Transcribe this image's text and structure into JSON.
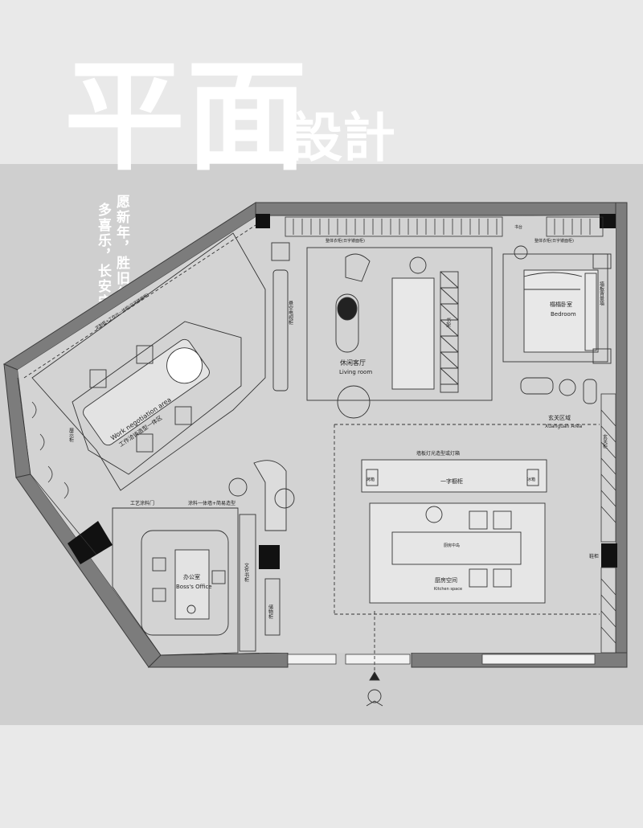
{
  "title": {
    "main": "平面",
    "sub": "設計"
  },
  "poem": {
    "line1": "愿新年，胜旧年",
    "line2": "多喜乐，长安宁"
  },
  "colors": {
    "wall": "#808080",
    "wall_dark": "#6e6e6e",
    "column": "#111111",
    "floor": "#d2d2d2",
    "line": "#2a2a2a",
    "band": "#cfcfcf",
    "page": "#e9e9e9"
  },
  "plan": {
    "top_cabinet": "整体衣柜(日字镂面柜)",
    "top_cabinet_right": "整体衣柜(日字镂面柜)",
    "desk_label": "书台",
    "tv_cabinet": "悬空电视柜",
    "bookshelf": "书架",
    "living": {
      "cn": "休闲客厅",
      "en": "Living room"
    },
    "bedroom": {
      "cn": "榻榻卧室",
      "en": "Bedroom"
    },
    "bed_wall": "墙板背景墙",
    "xuanguan": {
      "cn": "玄关区域",
      "en": "Xuanguan Area"
    },
    "shoe_cabinet": "玄关柜",
    "entry_cabinet": "鞋柜",
    "work": {
      "en": "Work negotiation area",
      "cn": "工作洽谈造型一体区"
    },
    "window_note": "定制柜+工作台一体柜(日字镂面柜)",
    "display_left": "展示柜",
    "craft_door": "工艺涂料门",
    "paint_wall": "涂料一体墙+简易造型",
    "boss": {
      "cn": "办公室",
      "en": "Boss's Office"
    },
    "file_cabinet": "文件书柜",
    "storage": "储物柜",
    "light_cabinet": "墙板灯光造型或灯箱",
    "straight_cabinet": "一字橱柜",
    "oven_left": "烤箱",
    "oven_right": "冰箱",
    "island": "厨房中岛",
    "kitchen": {
      "cn": "厨房空间",
      "en": "Kitchen space"
    }
  }
}
